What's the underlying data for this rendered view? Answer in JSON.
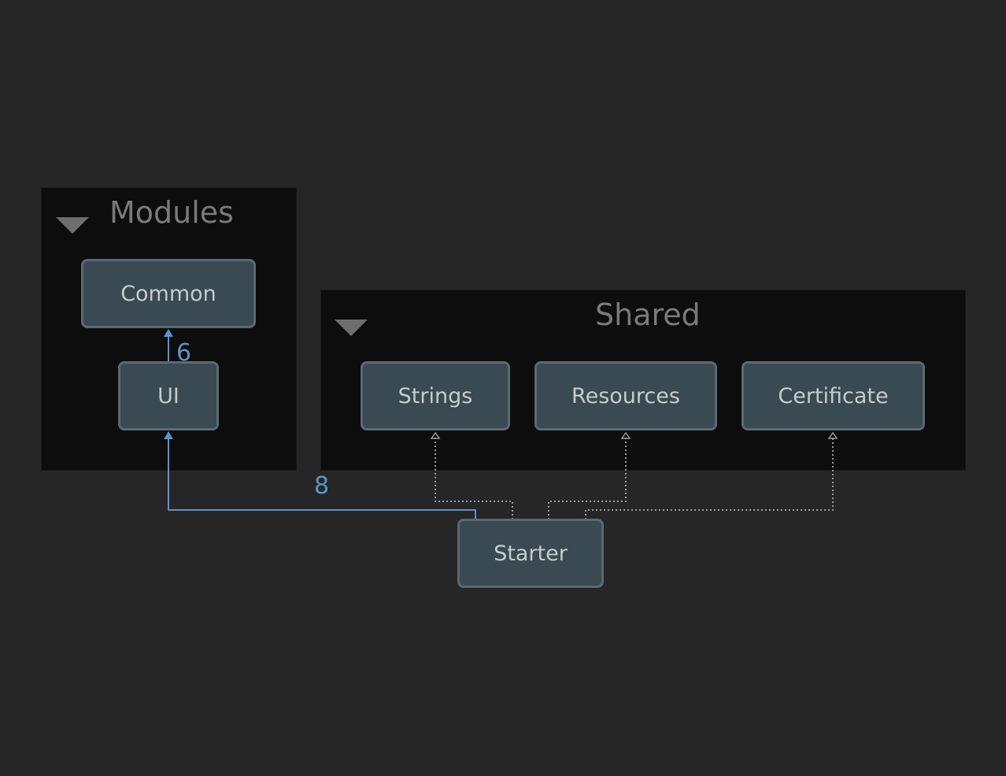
{
  "groups": {
    "modules": {
      "title": "Modules",
      "toggle_icon": "triangle-down-icon"
    },
    "shared": {
      "title": "Shared",
      "toggle_icon": "triangle-down-icon"
    }
  },
  "nodes": {
    "common": "Common",
    "ui": "UI",
    "strings": "Strings",
    "resources": "Resources",
    "certificate": "Certificate",
    "starter": "Starter"
  },
  "edges": [
    {
      "from": "UI",
      "to": "Common",
      "style": "solid",
      "label": "6"
    },
    {
      "from": "Starter",
      "to": "UI",
      "style": "solid",
      "label": "8"
    },
    {
      "from": "Starter",
      "to": "Strings",
      "style": "dotted",
      "label": ""
    },
    {
      "from": "Starter",
      "to": "Resources",
      "style": "dotted",
      "label": ""
    },
    {
      "from": "Starter",
      "to": "Certificate",
      "style": "dotted",
      "label": ""
    }
  ],
  "colors": {
    "background": "#262626",
    "group_fill": "#0d0d0d",
    "node_fill": "#3a4a52",
    "node_border": "#5a6a72",
    "edge_solid": "#5a93c9",
    "edge_dotted": "#9a9a9a"
  }
}
